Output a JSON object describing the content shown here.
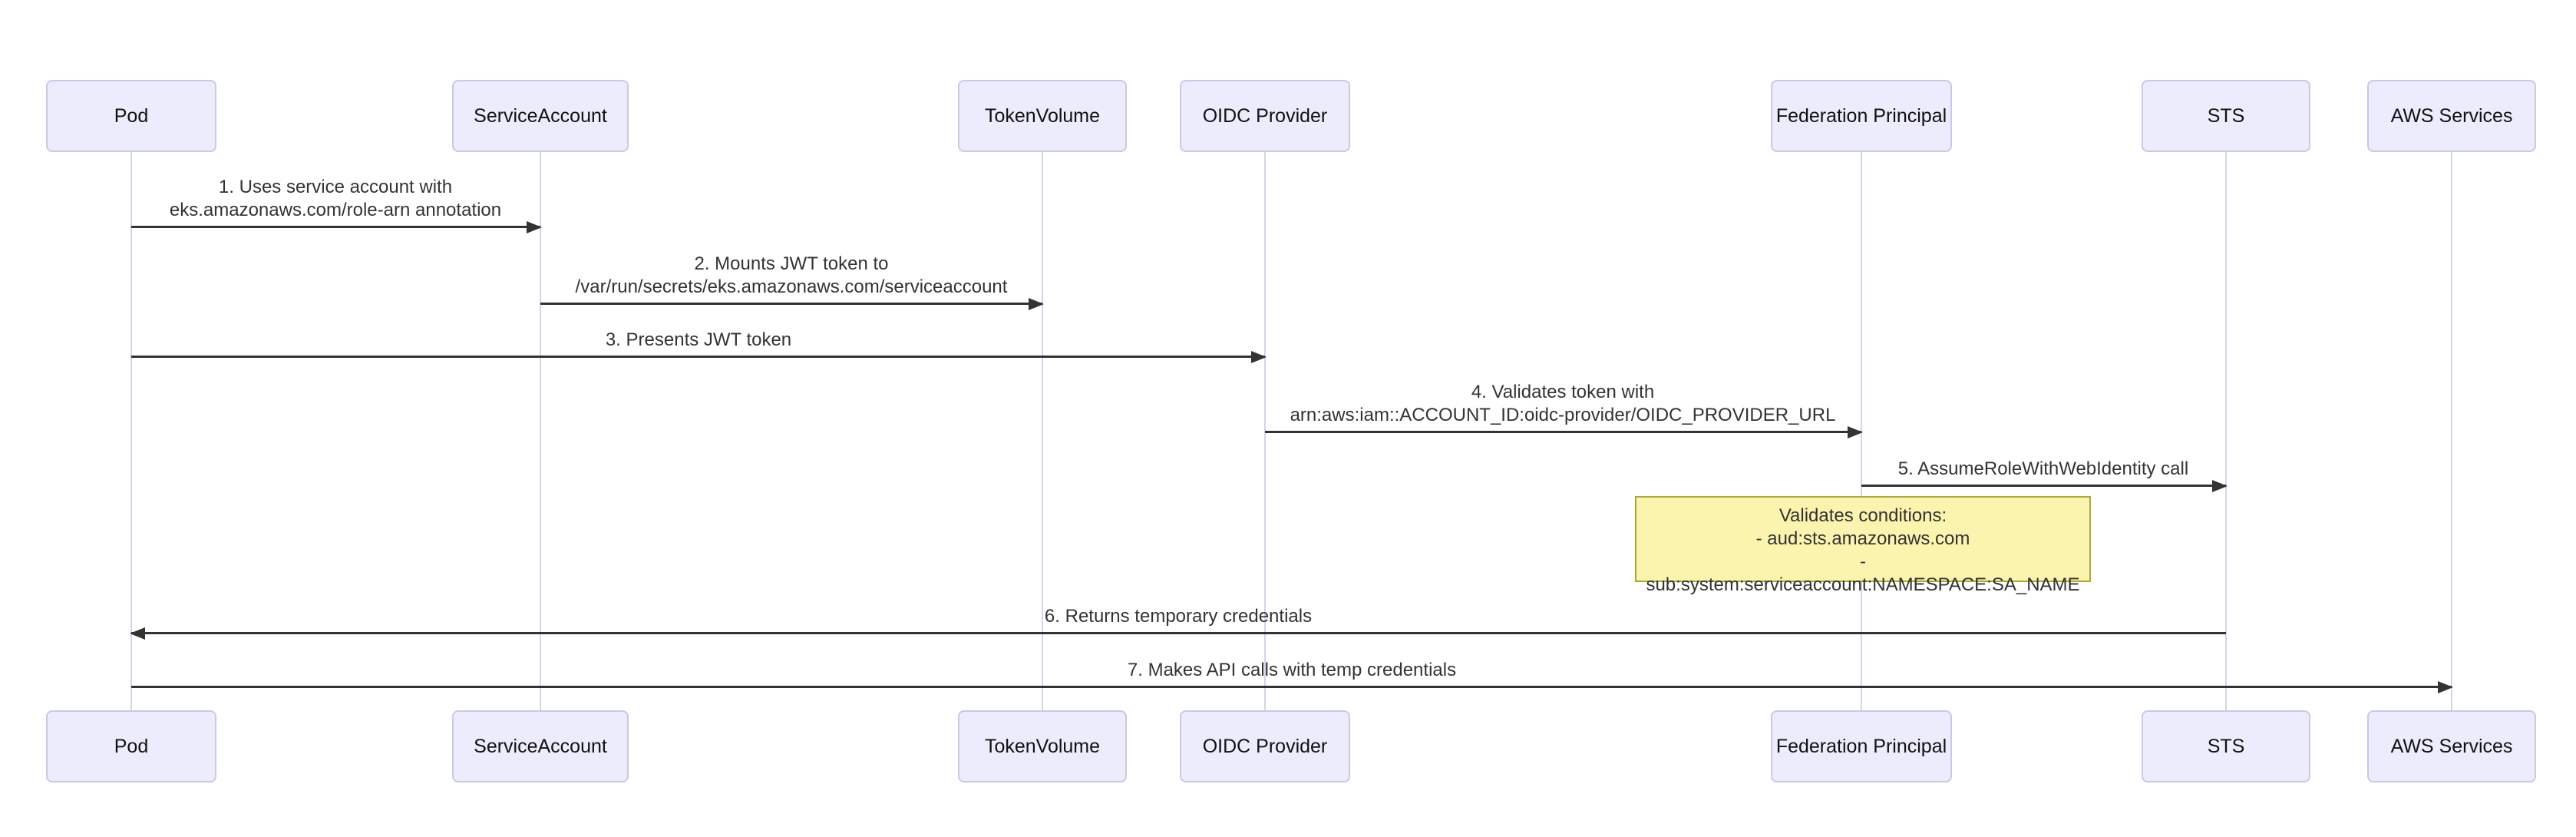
{
  "diagram": {
    "type": "sequence-diagram",
    "participants": [
      {
        "id": "pod",
        "label": "Pod"
      },
      {
        "id": "service-account",
        "label": "ServiceAccount"
      },
      {
        "id": "token-volume",
        "label": "TokenVolume"
      },
      {
        "id": "oidc-provider",
        "label": "OIDC Provider"
      },
      {
        "id": "federation-principal",
        "label": "Federation Principal"
      },
      {
        "id": "sts",
        "label": "STS"
      },
      {
        "id": "aws-services",
        "label": "AWS Services"
      }
    ],
    "messages": [
      {
        "step": 1,
        "from": "Pod",
        "to": "ServiceAccount",
        "direction": "right",
        "text": "1. Uses service account with\neks.amazonaws.com/role-arn annotation"
      },
      {
        "step": 2,
        "from": "ServiceAccount",
        "to": "TokenVolume",
        "direction": "right",
        "text": "2. Mounts JWT token to\n/var/run/secrets/eks.amazonaws.com/serviceaccount"
      },
      {
        "step": 3,
        "from": "Pod",
        "to": "OIDC Provider",
        "direction": "right",
        "text": "3. Presents JWT token"
      },
      {
        "step": 4,
        "from": "OIDC Provider",
        "to": "Federation Principal",
        "direction": "right",
        "text": "4. Validates token with\narn:aws:iam::ACCOUNT_ID:oidc-provider/OIDC_PROVIDER_URL"
      },
      {
        "step": 5,
        "from": "Federation Principal",
        "to": "STS",
        "direction": "right",
        "text": "5. AssumeRoleWithWebIdentity call"
      },
      {
        "step": 6,
        "from": "STS",
        "to": "Pod",
        "direction": "left",
        "text": "6. Returns temporary credentials"
      },
      {
        "step": 7,
        "from": "Pod",
        "to": "AWS Services",
        "direction": "right",
        "text": "7. Makes API calls with temp credentials"
      }
    ],
    "note": {
      "over": "Federation Principal",
      "text": "Validates conditions:\n- aud:sts.amazonaws.com\n- sub:system:serviceaccount:NAMESPACE:SA_NAME"
    },
    "colors": {
      "actor_fill": "#ececfc",
      "actor_border": "#c9c9e8",
      "lifeline": "#d4d4ea",
      "line": "#333333",
      "note_fill": "#fbf4af",
      "note_border": "#aaaa33"
    }
  }
}
